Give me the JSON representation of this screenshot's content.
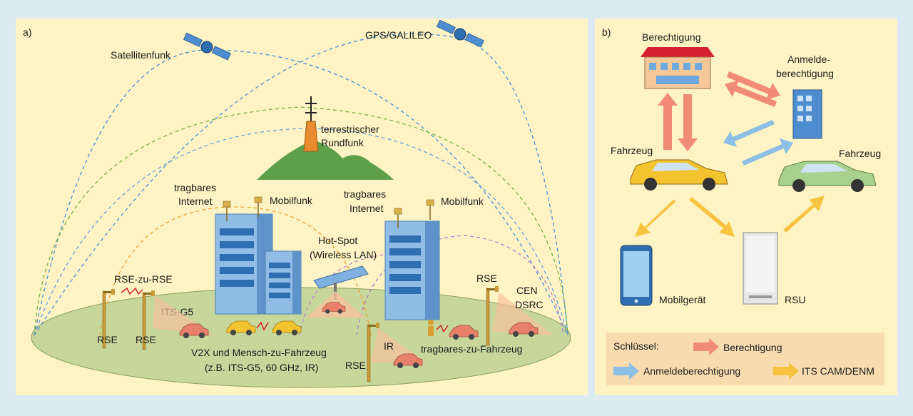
{
  "panel_a": {
    "tag": "a)",
    "satellite_radio": "Satellitenfunk",
    "gps_galileo": "GPS/GALILEO",
    "terrestrial_1": "terrestrischer",
    "terrestrial_2": "Rundfunk",
    "portable_internet_1": "tragbares",
    "portable_internet_2": "Internet",
    "mobile_radio": "Mobilfunk",
    "hotspot_1": "Hot-Spot",
    "hotspot_2": "(Wireless LAN)",
    "rse_to_rse": "RSE-zu-RSE",
    "itsg5": "ITS-G5",
    "rse": "RSE",
    "cen": "CEN",
    "dsrc": "DSRC",
    "ir": "IR",
    "portable_to_vehicle": "tragbares-zu-Fahrzeug",
    "v2x_1": "V2X und Mensch-zu-Fahrzeug",
    "v2x_2": "(z.B. ITS-G5, 60 GHz, IR)"
  },
  "panel_b": {
    "tag": "b)",
    "authorization": "Berechtigung",
    "login_auth_1": "Anmelde-",
    "login_auth_2": "berechtigung",
    "vehicle": "Fahrzeug",
    "mobile_device": "Mobilgerät",
    "rsu": "RSU",
    "legend": {
      "key": "Schlüssel:",
      "authorization": "Berechtigung",
      "login_auth": "Anmeldeberechtigung",
      "its": "ITS CAM/DENM"
    }
  },
  "colors": {
    "panel_bg": "#fdf3c4",
    "ground": "#c7d79b",
    "building": "#6fa8dc",
    "red_arrow": "#f08b76",
    "blue_arrow": "#8cbee6",
    "yellow_arrow": "#f7c440",
    "car_yellow": "#f4c430",
    "car_green": "#a9d18e"
  }
}
